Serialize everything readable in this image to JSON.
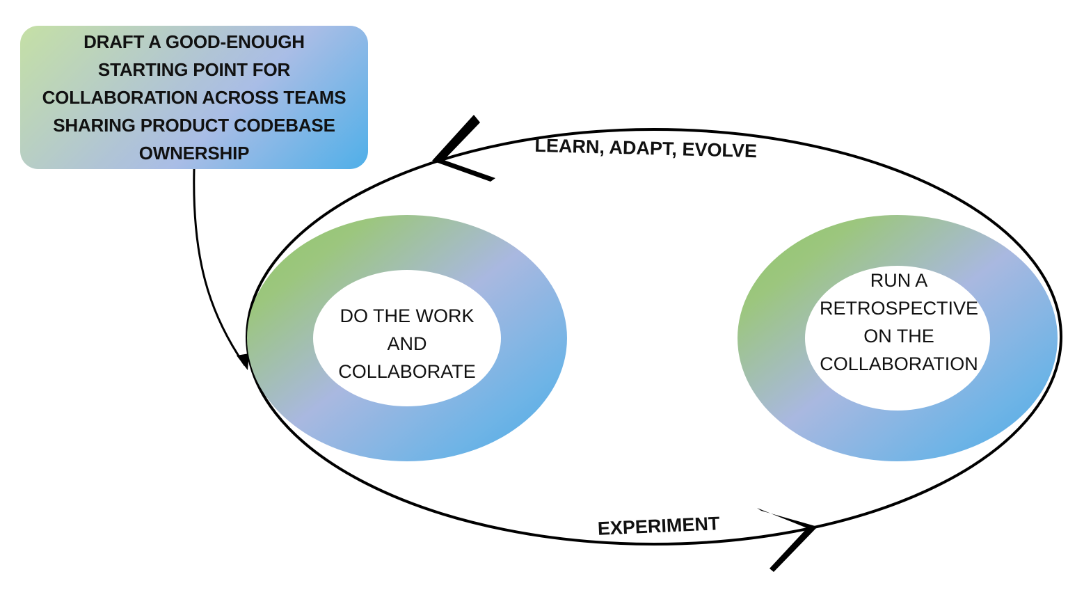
{
  "start_box": {
    "lines": [
      "DRAFT A GOOD-ENOUGH",
      "STARTING POINT FOR",
      "COLLABORATION ACROSS TEAMS",
      "SHARING PRODUCT CODEBASE",
      "OWNERSHIP"
    ]
  },
  "nodes": {
    "do_work": {
      "lines": [
        "DO THE WORK",
        "AND",
        "COLLABORATE"
      ]
    },
    "retro": {
      "lines": [
        "RUN A",
        "RETROSPECTIVE",
        "ON THE",
        "COLLABORATION"
      ]
    }
  },
  "loop": {
    "top_label": "LEARN, ADAPT, EVOLVE",
    "bottom_label": "EXPERIMENT"
  },
  "colors": {
    "gradient_green": "#9cc77a",
    "gradient_lavender": "#a9b8e0",
    "gradient_blue": "#4fafe8",
    "stroke": "#000000"
  },
  "icons": {
    "top_arrow": "chevron-left-icon",
    "bottom_arrow": "chevron-right-icon",
    "entry_arrow": "arrowhead-down-icon"
  }
}
